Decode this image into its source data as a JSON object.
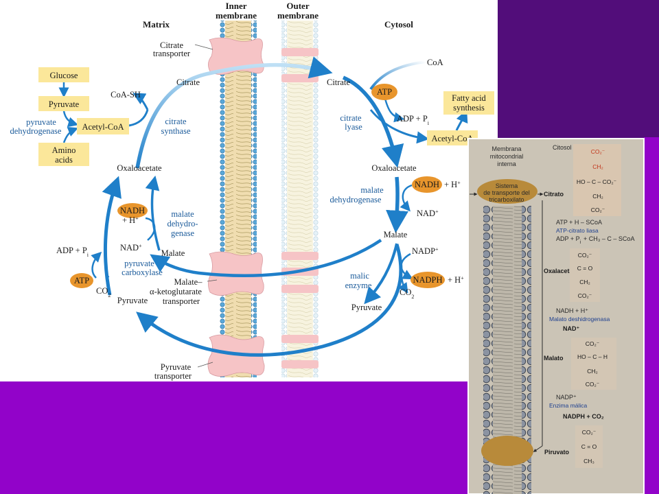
{
  "colors": {
    "slide_purple": "#9203c9",
    "slide_dark_purple": "#520d7a",
    "arrow_blue": "#1f7fc9",
    "box_yellow": "#fbe79a",
    "cofactor_orange": "#e8952c",
    "transporter_pink": "#f6c4c6",
    "photo_paper": "#cbc4b6"
  },
  "left": {
    "headers": {
      "matrix": "Matrix",
      "inner1": "Inner",
      "inner2": "membrane",
      "outer1": "Outer",
      "outer2": "membrane",
      "cytosol": "Cytosol"
    },
    "boxes": {
      "glucose": "Glucose",
      "pyruvate": "Pyruvate",
      "acetyl_coa": "Acetyl-CoA",
      "amino1": "Amino",
      "amino2": "acids",
      "fatty1": "Fatty acid",
      "fatty2": "synthesis",
      "acetyl_coa_cyt": "Acetyl-CoA"
    },
    "labels": {
      "citrate_transporter_1": "Citrate",
      "citrate_transporter_2": "transporter",
      "citrate_m": "Citrate",
      "coa_sh": "CoA-SH",
      "pdh_1": "pyruvate",
      "pdh_2": "dehydrogenase",
      "cs_1": "citrate",
      "cs_2": "synthase",
      "oxaloacetate_m": "Oxaloacetate",
      "nadh_m": "NADH",
      "h_plus_m": "+ H",
      "nad_m": "NAD",
      "mdh_m_1": "malate",
      "mdh_m_2": "dehydro-",
      "mdh_m_3": "genase",
      "malate_m": "Malate",
      "adp_pi_m": "ADP + P",
      "pc_1": "pyruvate",
      "pc_2": "carboxylase",
      "atp_m": "ATP",
      "co2_m": "CO",
      "pyruvate_m": "Pyruvate",
      "makg_1": "Malate–",
      "makg_2": "α-ketoglutarate",
      "makg_3": "transporter",
      "pyr_tr_1": "Pyruvate",
      "pyr_tr_2": "transporter",
      "citrate_c": "Citrate",
      "coa_c": "CoA",
      "atp_c": "ATP",
      "adp_pi_c": "ADP + P",
      "cl_1": "citrate",
      "cl_2": "lyase",
      "oxaloacetate_c": "Oxaloacetate",
      "nadh_c": "NADH",
      "h_plus_c": "+ H",
      "mdh_c_1": "malate",
      "mdh_c_2": "dehydrogenase",
      "nad_c": "NAD",
      "malate_c": "Malate",
      "nadp_c": "NADP",
      "me_1": "malic",
      "me_2": "enzyme",
      "nadph_c": "NADPH",
      "h_plus_c2": "+ H",
      "co2_c": "CO",
      "pyruvate_c": "Pyruvate",
      "sub_i": "i",
      "sub_2": "2",
      "sup_plus": "+"
    }
  },
  "right": {
    "membrana_1": "Membrana",
    "membrana_2": "mitocondrial",
    "membrana_3": "interna",
    "citosol": "Citosol",
    "sistema_1": "Sistema",
    "sistema_2": "de transporte del",
    "sistema_3": "tricarboxilato",
    "citrato": "Citrato",
    "atp_hscoa": "ATP + H – SCoA",
    "atp_citrato_liasa": "ATP-citrato liasa",
    "adp_pi": "ADP + P",
    "ch3_co_scoa": "+ CH₃ – C – SCoA",
    "oxalacetato": "Oxalacetato",
    "nadh_h": "NADH + H⁺",
    "malato_dh": "Malato deshidrogenasa",
    "nad": "NAD⁺",
    "malato": "Malato",
    "nadp": "NADP⁺",
    "enzima_malica": "Enzima málica",
    "nadph_co2": "NADPH + CO₂",
    "piruvato": "Piruvato",
    "citrato_struct": [
      "CO₂⁻",
      "CH₂",
      "HO – C – CO₂⁻",
      "CH₂",
      "CO₂⁻"
    ],
    "oxal_struct": [
      "CO₂⁻",
      "C = O",
      "CH₂",
      "CO₂⁻"
    ],
    "malato_struct": [
      "CO₂⁻",
      "HO – C – H",
      "CH₂",
      "CO₂⁻"
    ],
    "piruvato_struct": [
      "CO₂⁻",
      "C = O",
      "CH₃"
    ]
  }
}
